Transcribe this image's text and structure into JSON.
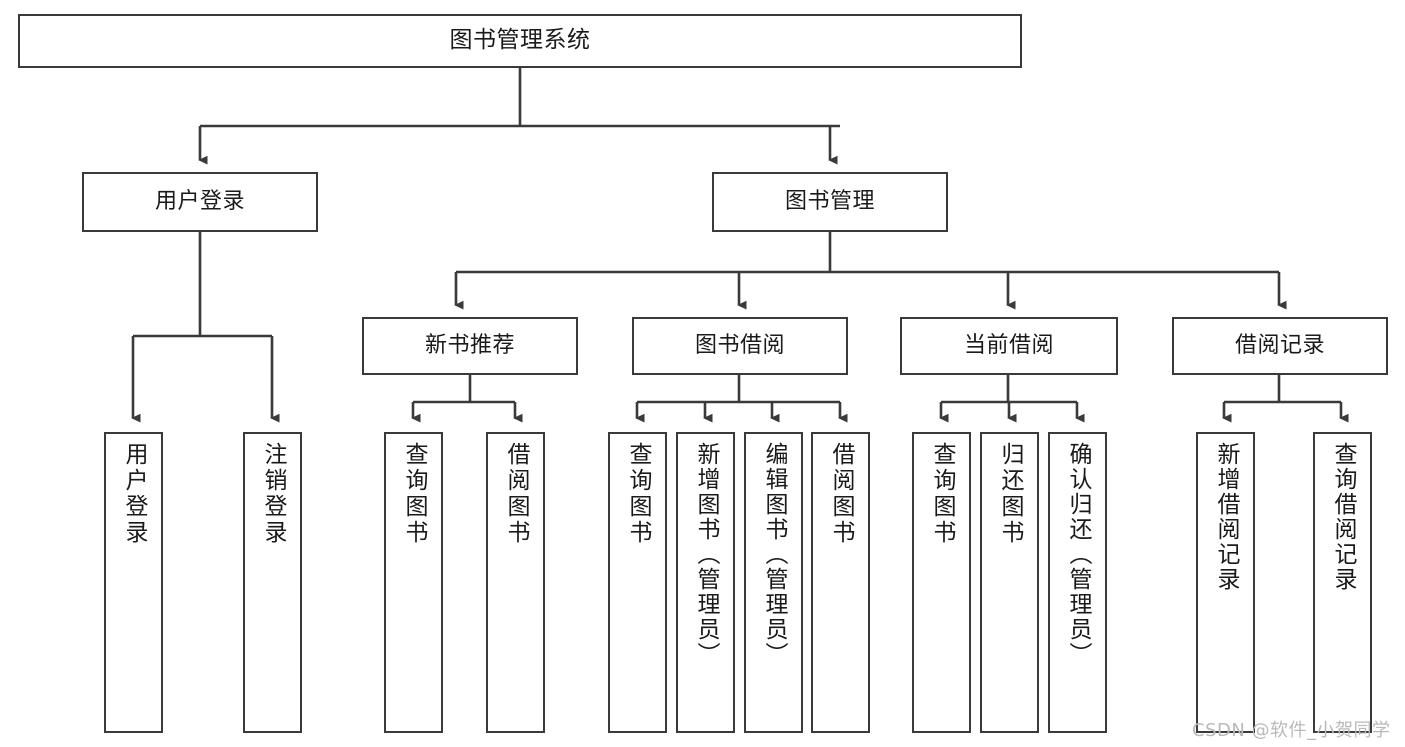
{
  "diagram": {
    "type": "tree",
    "title": "图书管理系统",
    "levels": [
      {
        "level": 0,
        "nodes": [
          {
            "id": "root",
            "label": "图书管理系统"
          }
        ]
      },
      {
        "level": 1,
        "nodes": [
          {
            "id": "login",
            "label": "用户登录"
          },
          {
            "id": "bookmgmt",
            "label": "图书管理"
          }
        ]
      },
      {
        "level": 2,
        "nodes": [
          {
            "id": "newbook",
            "label": "新书推荐"
          },
          {
            "id": "borrow",
            "label": "图书借阅"
          },
          {
            "id": "current",
            "label": "当前借阅"
          },
          {
            "id": "record",
            "label": "借阅记录"
          }
        ]
      },
      {
        "level": 3,
        "nodes": [
          {
            "id": "leaf1",
            "label": "用户登录",
            "parent": "login"
          },
          {
            "id": "leaf2",
            "label": "注销登录",
            "parent": "login"
          },
          {
            "id": "leaf3",
            "label": "查询图书",
            "parent": "newbook"
          },
          {
            "id": "leaf4",
            "label": "借阅图书",
            "parent": "newbook"
          },
          {
            "id": "leaf5",
            "label": "查询图书",
            "parent": "borrow"
          },
          {
            "id": "leaf6",
            "label": "新增图书（管理员）",
            "parent": "borrow"
          },
          {
            "id": "leaf7",
            "label": "编辑图书（管理员）",
            "parent": "borrow"
          },
          {
            "id": "leaf8",
            "label": "借阅图书",
            "parent": "borrow"
          },
          {
            "id": "leaf9",
            "label": "查询图书",
            "parent": "current"
          },
          {
            "id": "leaf10",
            "label": "归还图书",
            "parent": "current"
          },
          {
            "id": "leaf11",
            "label": "确认归还（管理员）",
            "parent": "current"
          },
          {
            "id": "leaf12",
            "label": "新增借阅记录",
            "parent": "record"
          },
          {
            "id": "leaf13",
            "label": "查询借阅记录",
            "parent": "record"
          }
        ]
      }
    ],
    "colors": {
      "border": "#3a3a3a",
      "background": "#ffffff",
      "text": "#1a1a1a",
      "connector": "#3a3a3a",
      "watermark": "#b9b9b9"
    }
  },
  "watermark": {
    "text": "CSDN @软件_小贺同学"
  }
}
